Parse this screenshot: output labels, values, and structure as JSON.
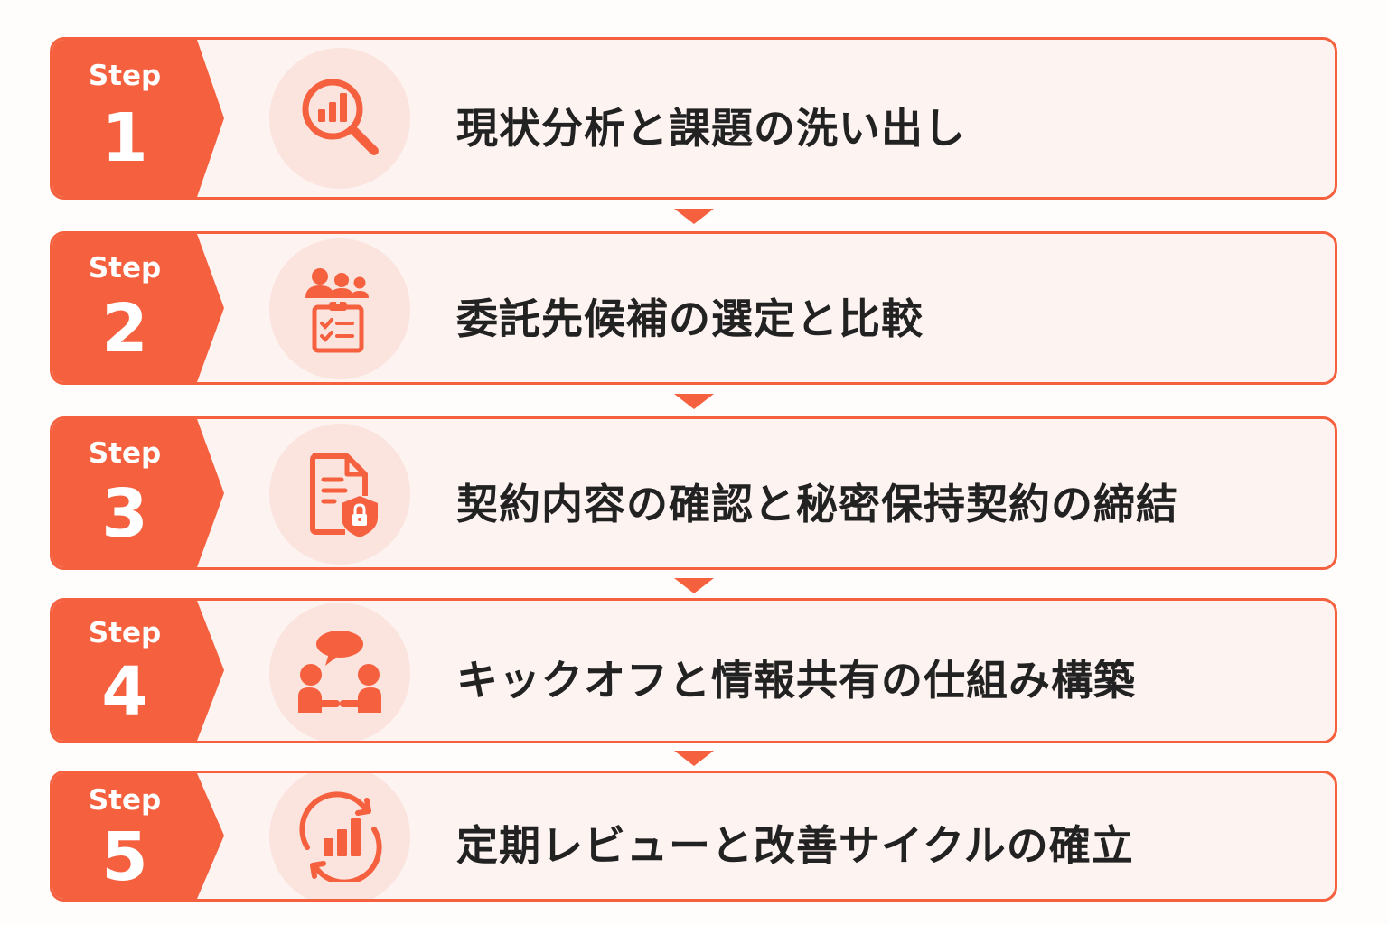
{
  "colors": {
    "accent": "#f5603f",
    "card_bg": "#fdf3f1",
    "icon_bg": "#fbe3de",
    "text": "#222222"
  },
  "steps": [
    {
      "step_label": "Step",
      "number": "1",
      "title": "現状分析と課題の洗い出し",
      "icon": "magnifier-bar-chart-icon"
    },
    {
      "step_label": "Step",
      "number": "2",
      "title": "委託先候補の選定と比較",
      "icon": "people-clipboard-checklist-icon"
    },
    {
      "step_label": "Step",
      "number": "3",
      "title": "契約内容の確認と秘密保持契約の締結",
      "icon": "document-shield-lock-icon"
    },
    {
      "step_label": "Step",
      "number": "4",
      "title": "キックオフと情報共有の仕組み構築",
      "icon": "conversation-people-icon"
    },
    {
      "step_label": "Step",
      "number": "5",
      "title": "定期レビューと改善サイクルの確立",
      "icon": "cycle-bar-chart-icon"
    }
  ]
}
